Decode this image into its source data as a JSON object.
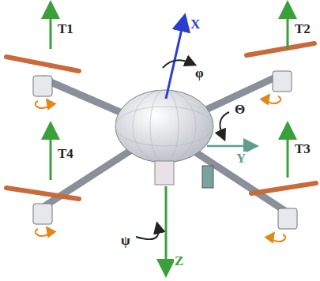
{
  "diagram": {
    "labels": [
      "T1",
      "T2",
      "X",
      "φ",
      "T4",
      "Θ",
      "T3",
      "Y",
      "ψ",
      "Z"
    ]
  }
}
